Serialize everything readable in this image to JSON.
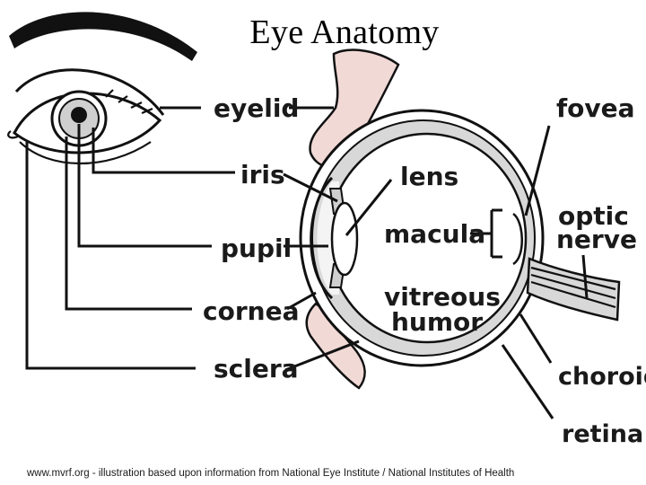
{
  "title": "Eye Anatomy",
  "labels": {
    "eyelid": "eyelid",
    "iris": "iris",
    "pupil": "pupil",
    "cornea": "cornea",
    "sclera": "sclera",
    "lens": "lens",
    "macula": "macula",
    "vitreous_line1": "vitreous",
    "vitreous_line2": "humor",
    "fovea": "fovea",
    "optic_line1": "optic",
    "optic_line2": "nerve",
    "choroid": "choroid",
    "retina": "retina"
  },
  "credit": "www.mvrf.org - illustration based upon information from National Eye Institute / National Institutes of Health",
  "colors": {
    "ink": "#111111",
    "tissue_pink": "#f1d9d6",
    "gray_fill": "#cfcfcf"
  }
}
